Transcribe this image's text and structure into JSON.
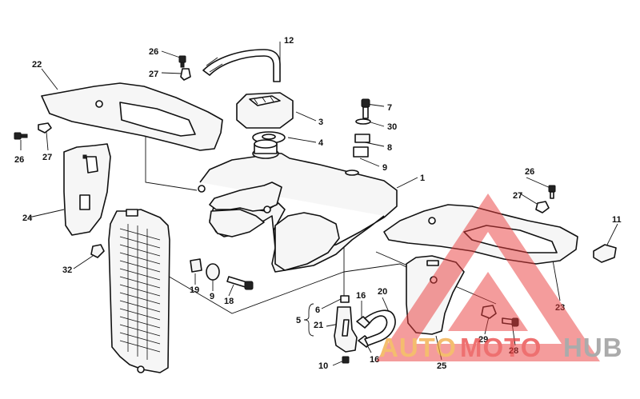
{
  "diagram": {
    "callouts": [
      {
        "id": "c12",
        "label": "12"
      },
      {
        "id": "c26a",
        "label": "26"
      },
      {
        "id": "c27a",
        "label": "27"
      },
      {
        "id": "c22",
        "label": "22"
      },
      {
        "id": "c3",
        "label": "3"
      },
      {
        "id": "c7",
        "label": "7"
      },
      {
        "id": "c30",
        "label": "30"
      },
      {
        "id": "c4",
        "label": "4"
      },
      {
        "id": "c8",
        "label": "8"
      },
      {
        "id": "c9a",
        "label": "9"
      },
      {
        "id": "c26b",
        "label": "26"
      },
      {
        "id": "c27b",
        "label": "27"
      },
      {
        "id": "c1",
        "label": "1"
      },
      {
        "id": "c26c",
        "label": "26"
      },
      {
        "id": "c27c",
        "label": "27"
      },
      {
        "id": "c11",
        "label": "11"
      },
      {
        "id": "c24",
        "label": "24"
      },
      {
        "id": "c32",
        "label": "32"
      },
      {
        "id": "c19",
        "label": "19"
      },
      {
        "id": "c9b",
        "label": "9"
      },
      {
        "id": "c18",
        "label": "18"
      },
      {
        "id": "c20",
        "label": "20"
      },
      {
        "id": "c16a",
        "label": "16"
      },
      {
        "id": "c6",
        "label": "6"
      },
      {
        "id": "c5",
        "label": "5"
      },
      {
        "id": "c21",
        "label": "21"
      },
      {
        "id": "c16b",
        "label": "16"
      },
      {
        "id": "c10",
        "label": "10"
      },
      {
        "id": "c25",
        "label": "25"
      },
      {
        "id": "c23",
        "label": "23"
      },
      {
        "id": "c29",
        "label": "29"
      },
      {
        "id": "c28",
        "label": "28"
      }
    ]
  },
  "watermark": {
    "part1": "AUTO",
    "part2": "MOTO",
    "part3": "HUB",
    "colors": {
      "auto": "#f0a437",
      "moto": "#e83a3a",
      "hub": "#8c8c8c",
      "triangle": "#e83a3a"
    }
  }
}
